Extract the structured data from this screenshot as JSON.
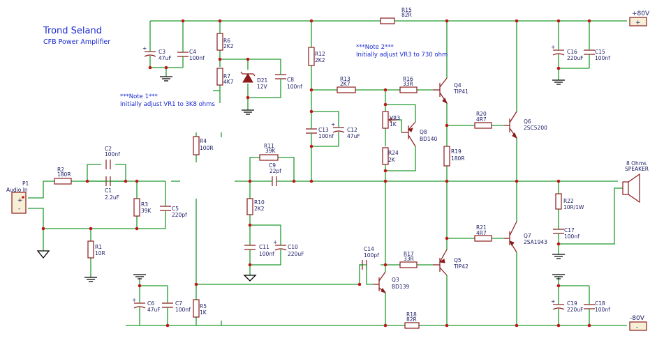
{
  "title": "Trond Seland",
  "subtitle": "CFB Power Amplifier",
  "notes": {
    "note1_head": "***Note 1***",
    "note1_body": "Initially adjust VR1 to 3K8 ohms",
    "note2_head": "***Note 2***",
    "note2_body": "Initially adjust VR3 to 730 ohm"
  },
  "rails": {
    "pos": "+80V",
    "neg": "-80V",
    "pos_sign": "+",
    "neg_sign": "-"
  },
  "input": {
    "ref": "P1",
    "name": "Audio In",
    "plus": "+",
    "minus": "-"
  },
  "speaker": {
    "value": "8 Ohms",
    "name": "SPEAKER"
  },
  "resistors": {
    "R1": {
      "ref": "R1",
      "val": "10R"
    },
    "R2": {
      "ref": "R2",
      "val": "180R"
    },
    "R3": {
      "ref": "R3",
      "val": "39K"
    },
    "R4": {
      "ref": "R4",
      "val": "100R"
    },
    "R5": {
      "ref": "R5",
      "val": "1K"
    },
    "R6": {
      "ref": "R6",
      "val": "2K2"
    },
    "R7": {
      "ref": "R7",
      "val": "4K7"
    },
    "R10": {
      "ref": "R10",
      "val": "2K2"
    },
    "R11": {
      "ref": "R11",
      "val": "39K"
    },
    "R12": {
      "ref": "R12",
      "val": "2K2"
    },
    "R13": {
      "ref": "R13",
      "val": "2K7"
    },
    "R15": {
      "ref": "R15",
      "val": "82R"
    },
    "R16": {
      "ref": "R16",
      "val": "33R"
    },
    "R17": {
      "ref": "R17",
      "val": "33R"
    },
    "R18": {
      "ref": "R18",
      "val": "82R"
    },
    "R19": {
      "ref": "R19",
      "val": "180R"
    },
    "R20": {
      "ref": "R20",
      "val": "4R7"
    },
    "R21": {
      "ref": "R21",
      "val": "4R7"
    },
    "R22": {
      "ref": "R22",
      "val": "10R/1W"
    },
    "R24": {
      "ref": "R24",
      "val": "2K"
    },
    "VR3": {
      "ref": "VR3",
      "val": "1K"
    }
  },
  "capacitors": {
    "C1": {
      "ref": "C1",
      "val": "2.2uF"
    },
    "C2": {
      "ref": "C2",
      "val": "100nf"
    },
    "C3": {
      "ref": "C3",
      "val": "47uF"
    },
    "C4": {
      "ref": "C4",
      "val": "100nf"
    },
    "C5": {
      "ref": "C5",
      "val": "220pf"
    },
    "C6": {
      "ref": "C6",
      "val": "47uF"
    },
    "C7": {
      "ref": "C7",
      "val": "100nf"
    },
    "C8": {
      "ref": "C8",
      "val": "100nf"
    },
    "C9": {
      "ref": "C9",
      "val": "22pf"
    },
    "C10": {
      "ref": "C10",
      "val": "220uF"
    },
    "C11": {
      "ref": "C11",
      "val": "100nf"
    },
    "C12": {
      "ref": "C12",
      "val": "47uF"
    },
    "C13": {
      "ref": "C13",
      "val": "100nf"
    },
    "C14": {
      "ref": "C14",
      "val": "100pf"
    },
    "C15": {
      "ref": "C15",
      "val": "100nf"
    },
    "C16": {
      "ref": "C16",
      "val": "220uF"
    },
    "C17": {
      "ref": "C17",
      "val": "100nf"
    },
    "C18": {
      "ref": "C18",
      "val": "100nf"
    },
    "C19": {
      "ref": "C19",
      "val": "220uF"
    }
  },
  "diodes": {
    "D21": {
      "ref": "D21",
      "val": "12V"
    }
  },
  "transistors": {
    "Q3": {
      "ref": "Q3",
      "val": "BD139"
    },
    "Q4": {
      "ref": "Q4",
      "val": "TIP41"
    },
    "Q5": {
      "ref": "Q5",
      "val": "TIP42"
    },
    "Q6": {
      "ref": "Q6",
      "val": "2SC5200"
    },
    "Q7": {
      "ref": "Q7",
      "val": "2SA1943"
    },
    "Q8": {
      "ref": "Q8",
      "val": "BD140"
    }
  },
  "colors": {
    "wire": "#1f9a2c",
    "part": "#8b1a1a",
    "junction": "#c0181a",
    "text_blue": "#1a2bd0"
  }
}
